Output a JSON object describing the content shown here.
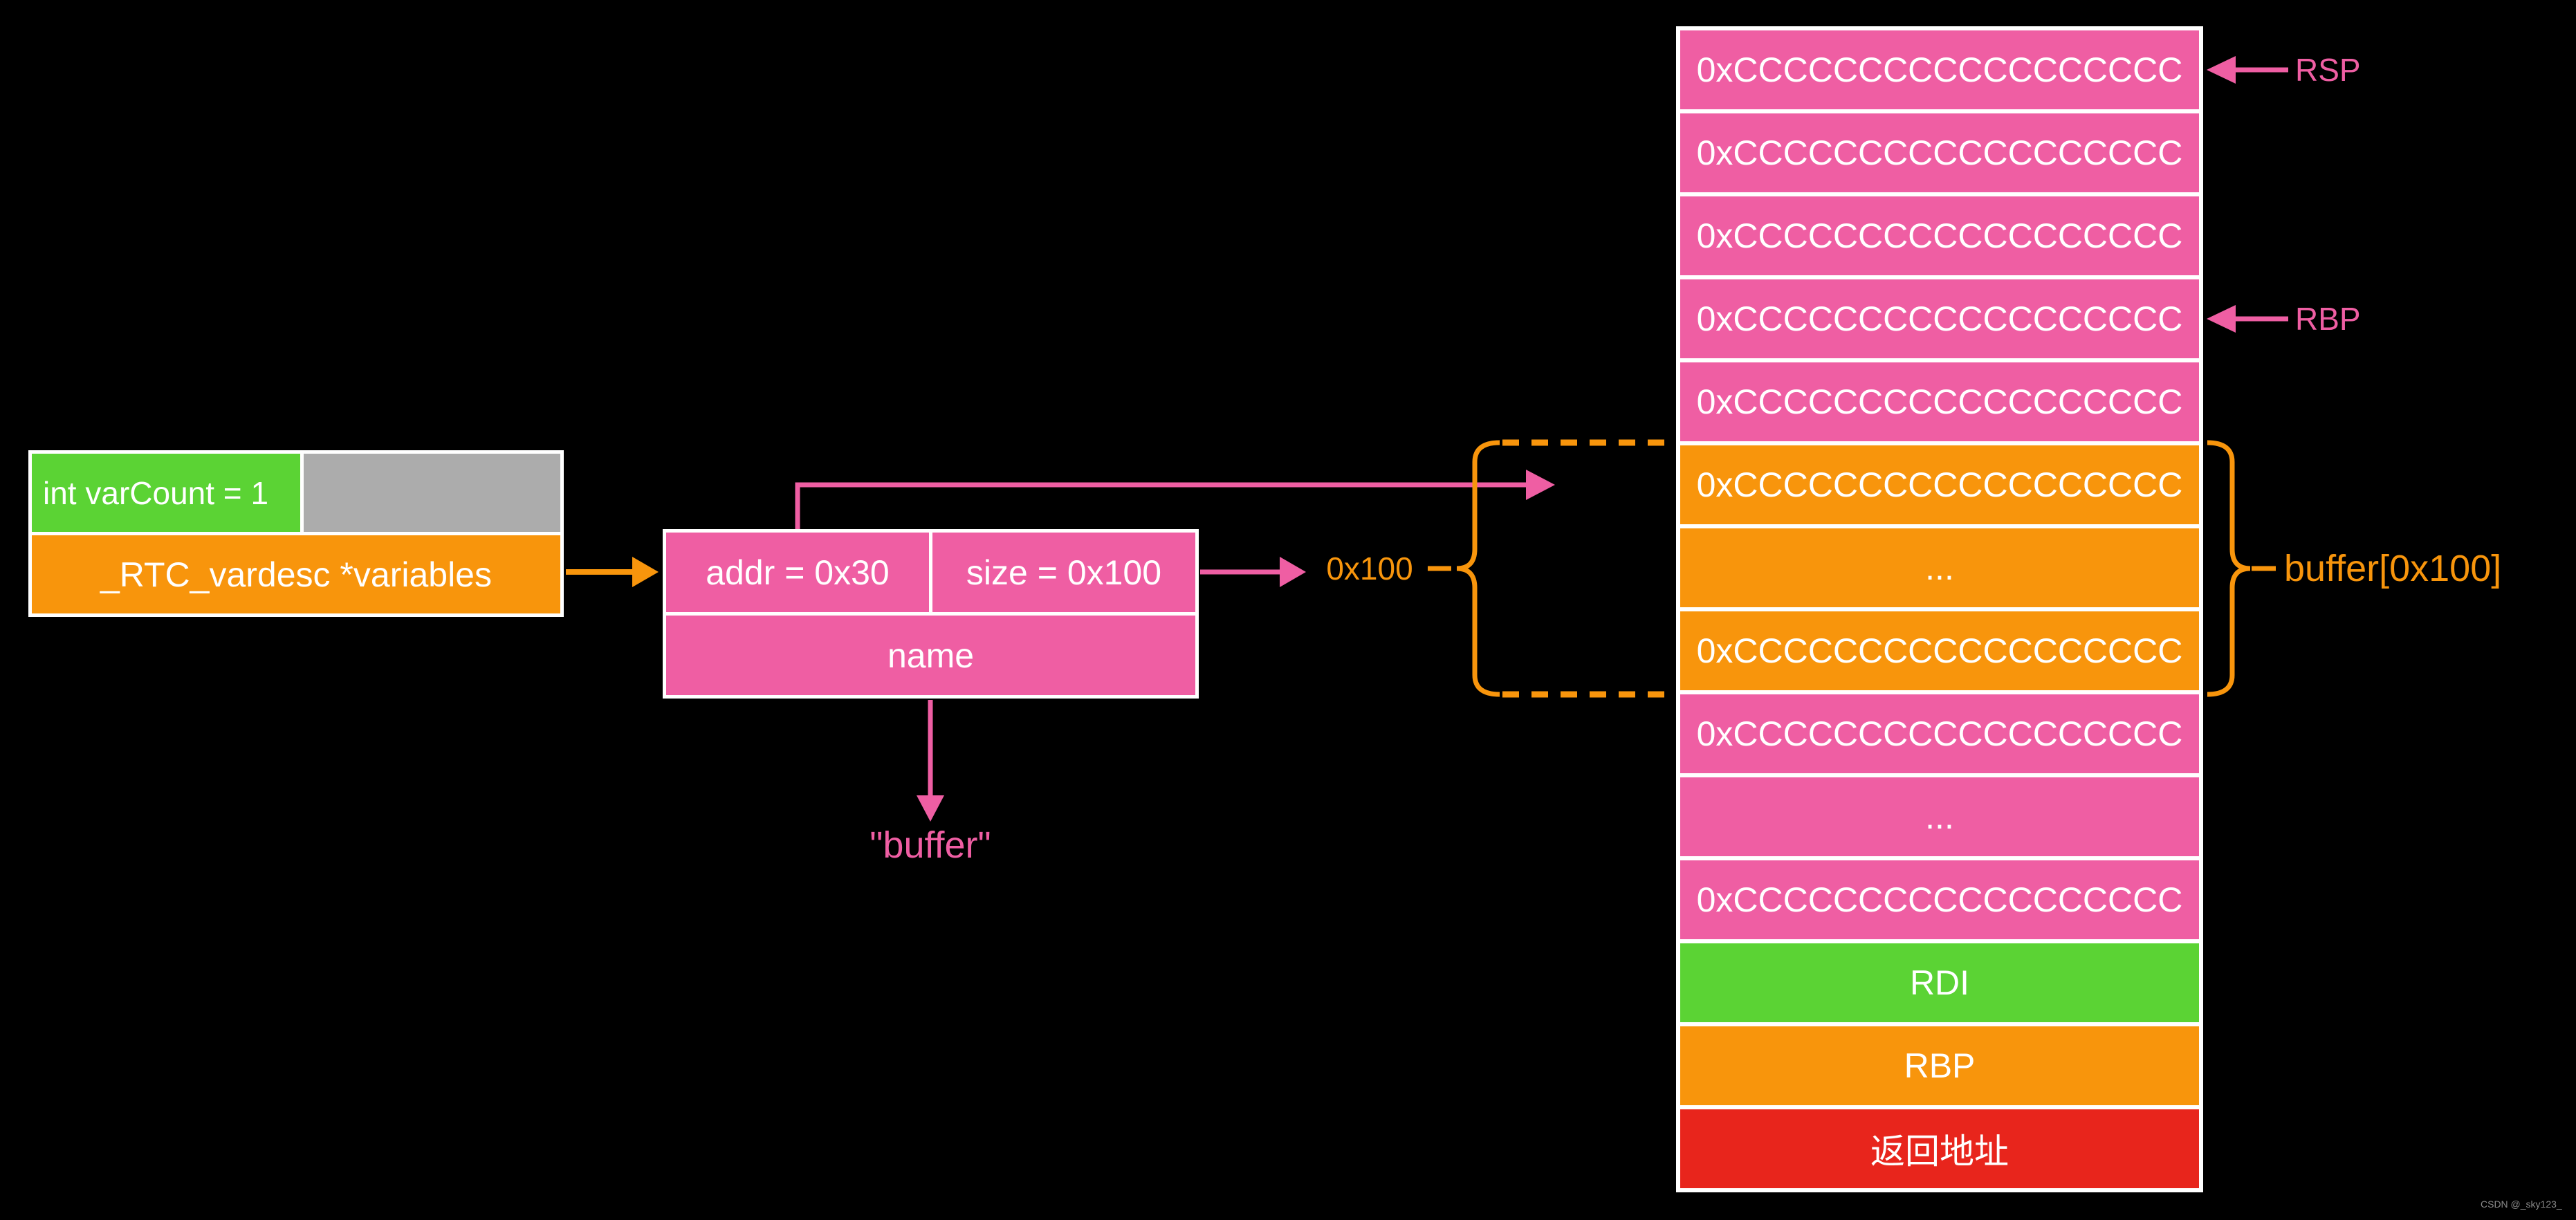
{
  "colors": {
    "background": "#000000",
    "pink": "#EF5EA3",
    "orange": "#F8950C",
    "green": "#5BD334",
    "red": "#E8251C",
    "gray": "#ACACAC",
    "white": "#FFFFFF",
    "watermark": "#8A8A8A"
  },
  "varcount_box": {
    "int_var": "int varCount = 1",
    "pointer_var": "_RTC_vardesc *variables"
  },
  "vardesc_struct": {
    "addr": "addr = 0x30",
    "size": "size = 0x100",
    "name": "name"
  },
  "pointer_labels": {
    "rsp": "RSP",
    "rbp": "RBP",
    "buffer_region": "buffer[0x100]",
    "buffer_size": "0x100",
    "name_value": "\"buffer\""
  },
  "stack": {
    "fill_value": "0xCCCCCCCCCCCCCCCCCC",
    "rows": [
      {
        "text": "0xCCCCCCCCCCCCCCCCCC",
        "color": "pink"
      },
      {
        "text": "0xCCCCCCCCCCCCCCCCCC",
        "color": "pink"
      },
      {
        "text": "0xCCCCCCCCCCCCCCCCCC",
        "color": "pink"
      },
      {
        "text": "0xCCCCCCCCCCCCCCCCCC",
        "color": "pink"
      },
      {
        "text": "0xCCCCCCCCCCCCCCCCCC",
        "color": "pink"
      },
      {
        "text": "0xCCCCCCCCCCCCCCCCCC",
        "color": "orange"
      },
      {
        "text": "...",
        "color": "orange"
      },
      {
        "text": "0xCCCCCCCCCCCCCCCCCC",
        "color": "orange"
      },
      {
        "text": "0xCCCCCCCCCCCCCCCCCC",
        "color": "pink"
      },
      {
        "text": "...",
        "color": "pink"
      },
      {
        "text": "0xCCCCCCCCCCCCCCCCCC",
        "color": "pink"
      },
      {
        "text": "RDI",
        "color": "green"
      },
      {
        "text": "RBP",
        "color": "orange"
      },
      {
        "text": "返回地址",
        "color": "red"
      }
    ]
  },
  "watermark": "CSDN @_sky123_"
}
